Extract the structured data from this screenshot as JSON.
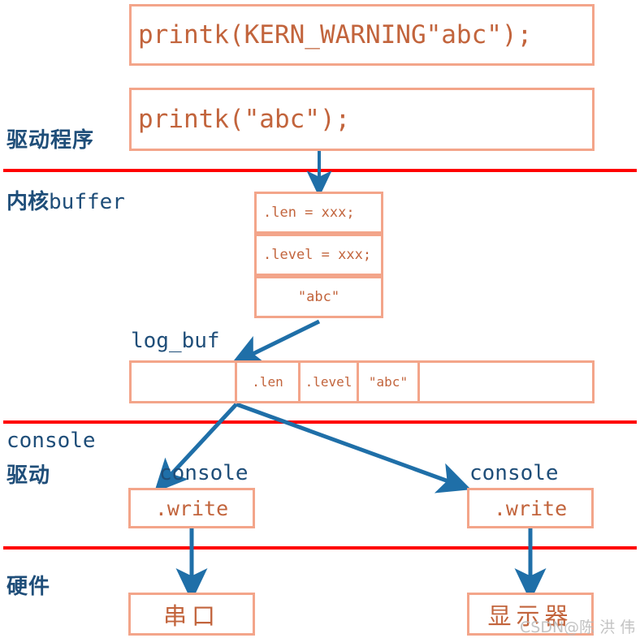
{
  "diagram": {
    "title": "printk kernel log path",
    "colors": {
      "box_border": "#f3a58a",
      "box_text": "#c2643c",
      "arrow": "#1f6fa8",
      "divider": "#ff0000",
      "label_text": "#1f4e79",
      "background": "#ffffff"
    }
  },
  "layer_labels": {
    "driver": "驱动程序",
    "kernel_buffer_cjk": "内核",
    "kernel_buffer_mono": "buffer",
    "console_driver_line1": "console",
    "console_driver_line2": "驱动",
    "hardware": "硬件"
  },
  "boxes": {
    "printk_warning": "printk(KERN_WARNING\"abc\");",
    "printk_plain": "printk(\"abc\");",
    "record_len": ".len = xxx;",
    "record_level": ".level = xxx;",
    "record_text": "\"abc\"",
    "console_write_left": ".write",
    "console_write_right": ".write",
    "hw_serial": "串口",
    "hw_display": "显示器"
  },
  "log_buf": {
    "label": "log_buf",
    "cells": [
      "",
      ".len",
      ".level",
      "\"abc\"",
      ""
    ]
  },
  "inline_labels": {
    "console_left": "console",
    "console_right": "console"
  },
  "watermark": "CSDN@陈 洪 伟"
}
